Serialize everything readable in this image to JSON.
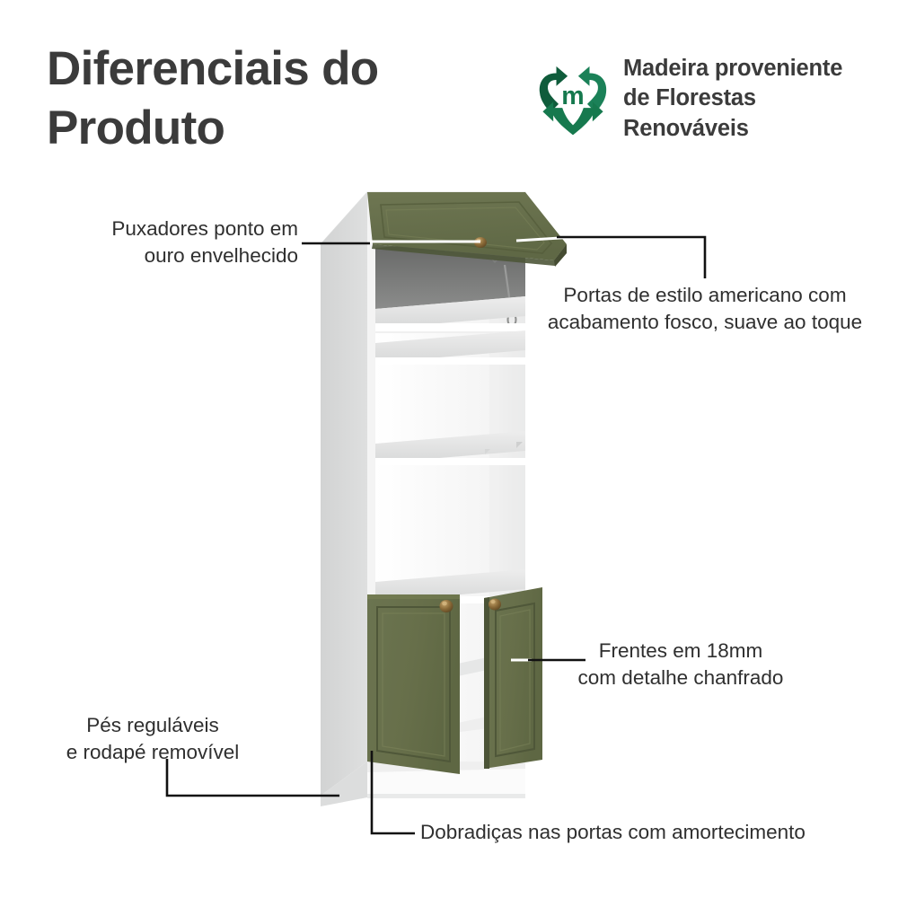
{
  "page": {
    "background_color": "#ffffff",
    "title": "Diferenciais do\nProduto",
    "title_color": "#3b3b3b"
  },
  "eco_badge": {
    "icon": "recycle-heart-logo",
    "icon_letter": "m",
    "text": "Madeira proveniente\nde Florestas Renováveis",
    "green": "#16794e",
    "green_dark": "#0f5c3b",
    "text_color": "#3b3b3b"
  },
  "callouts": [
    {
      "id": "puxadores",
      "text": "Puxadores ponto em\nouro envelhecido",
      "align": "right"
    },
    {
      "id": "portas",
      "text": "Portas de estilo americano com\nacabamento fosco, suave ao toque",
      "align": "center"
    },
    {
      "id": "frentes",
      "text": "Frentes em 18mm\ncom detalhe chanfrado",
      "align": "center"
    },
    {
      "id": "pes",
      "text": "Pés reguláveis\ne rodapé removível",
      "align": "center"
    },
    {
      "id": "dobradicas",
      "text": "Dobradiças nas portas com amortecimento",
      "align": "left"
    }
  ],
  "product": {
    "name": "torre-quente-cabinet",
    "door_green": "#676f4a",
    "door_green_light": "#798050",
    "door_green_dark": "#4e5639",
    "body_white": "#ffffff",
    "side_gray": "#d9dada",
    "shelf_gray": "#e3e4e4",
    "recess_gray": "#6e6f6e",
    "knob_gold": "#8a6a38",
    "leader_line_color": "#111111",
    "leader_line_on_product_color": "#ffffff"
  }
}
